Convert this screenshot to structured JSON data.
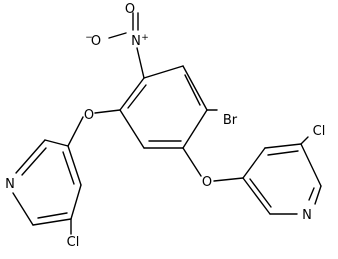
{
  "molecule": {
    "labels": {
      "oxide_o": "O",
      "oxide_charge": "−",
      "nitro_n": "N",
      "nitro_charge": "+",
      "ether_o_left": "O",
      "ether_o_right": "O",
      "bromine": "Br",
      "pyridine_n_left": "N",
      "pyridine_n_right": "N",
      "chlorine_left": "Cl",
      "chlorine_right": "Cl"
    }
  }
}
